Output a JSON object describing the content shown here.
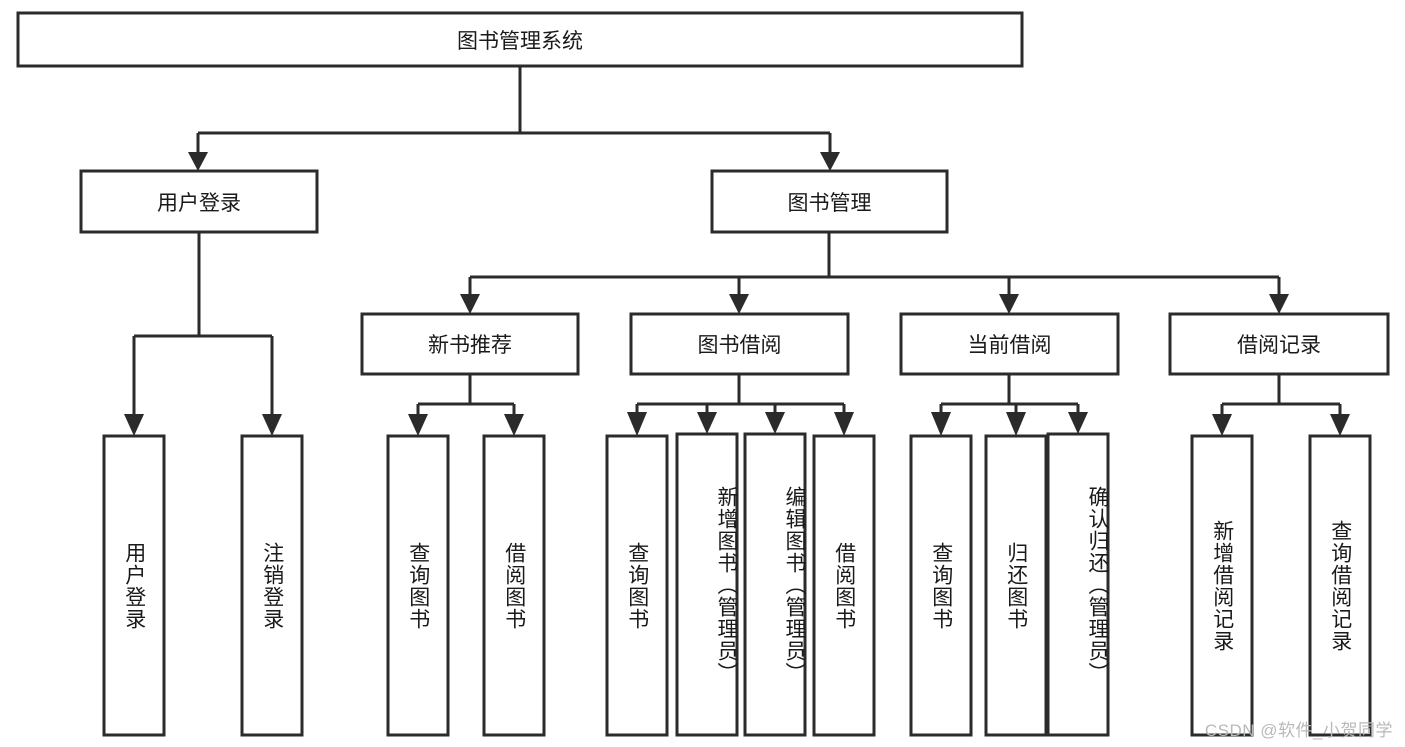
{
  "diagram": {
    "type": "tree-hierarchy",
    "title": "图书管理系统",
    "root": {
      "label": "图书管理系统"
    },
    "level1": [
      {
        "label": "用户登录"
      },
      {
        "label": "图书管理"
      }
    ],
    "level2": [
      {
        "label": "新书推荐"
      },
      {
        "label": "图书借阅"
      },
      {
        "label": "当前借阅"
      },
      {
        "label": "借阅记录"
      }
    ],
    "leaves": {
      "user_login": [
        {
          "label": "用户登录"
        },
        {
          "label": "注销登录"
        }
      ],
      "new_book_recommend": [
        {
          "label": "查询图书"
        },
        {
          "label": "借阅图书"
        }
      ],
      "book_borrow": [
        {
          "label": "查询图书"
        },
        {
          "label": "新增图书（管理员）"
        },
        {
          "label": "编辑图书（管理员）"
        },
        {
          "label": "借阅图书"
        }
      ],
      "current_borrow": [
        {
          "label": "查询图书"
        },
        {
          "label": "归还图书"
        },
        {
          "label": "确认归还（管理员）"
        }
      ],
      "borrow_record": [
        {
          "label": "新增借阅记录"
        },
        {
          "label": "查询借阅记录"
        }
      ]
    }
  },
  "watermark": {
    "text": "CSDN @软件_小贺同学"
  },
  "colors": {
    "box_stroke": "#2b2b2b",
    "box_fill": "#ffffff",
    "text": "#1a1a1a",
    "watermark": "#b9b9b9",
    "background": "#ffffff"
  }
}
